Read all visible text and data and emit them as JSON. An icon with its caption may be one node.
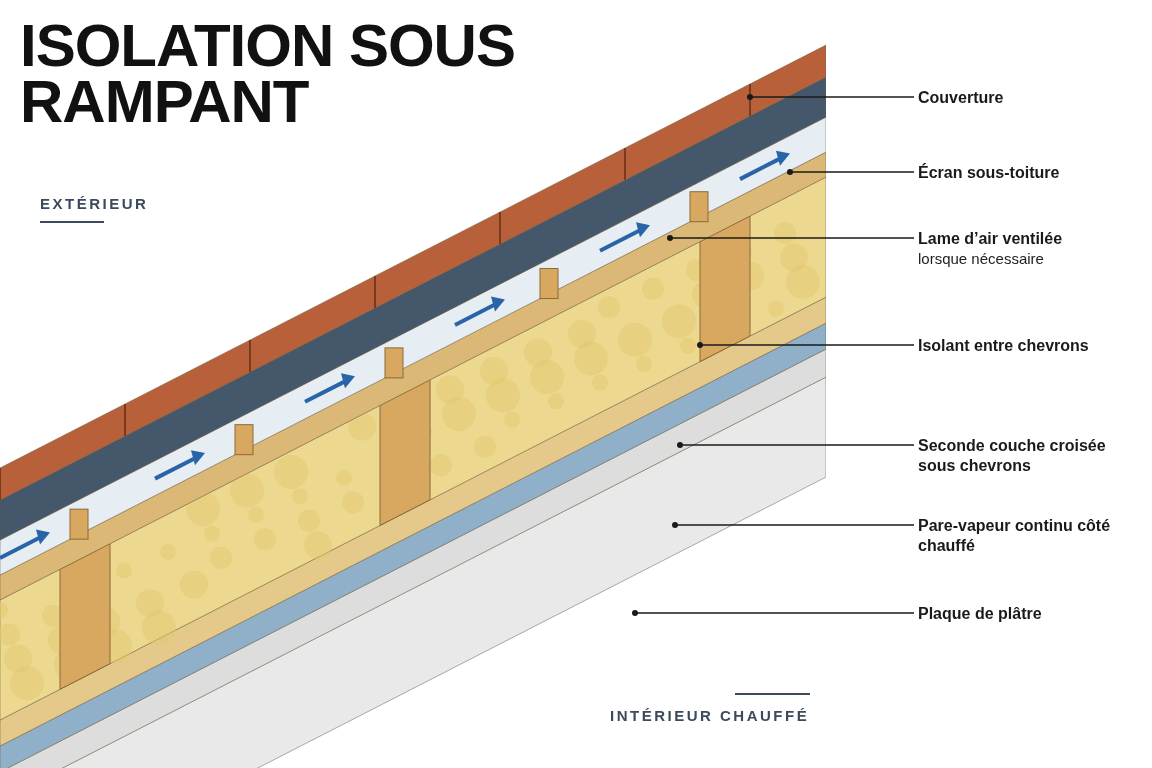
{
  "diagram": {
    "title": "ISOLATION SOUS RAMPANT",
    "nodes": [
      {
        "text": [
          "Couverture"
        ]
      },
      {
        "text": [
          "Écran sous-toiture"
        ]
      },
      {
        "text": [
          "Lame d’air ventilée",
          "lorsque nécessaire"
        ]
      },
      {
        "text": [
          "Isolant entre chevrons"
        ]
      },
      {
        "text": [
          "Seconde couche croisée sous chevrons"
        ]
      },
      {
        "text": [
          "Pare-vapeur continu côté chauffé"
        ]
      },
      {
        "text": [
          "Plaque de plâtre"
        ]
      }
    ],
    "edges": [
      {
        "from": 0,
        "to": null,
        "arrow": "other"
      },
      {
        "from": 1,
        "to": null,
        "arrow": "other"
      },
      {
        "from": 2,
        "to": null,
        "arrow": "other"
      },
      {
        "from": 3,
        "to": null,
        "arrow": "other"
      },
      {
        "from": 4,
        "to": null,
        "arrow": "other"
      },
      {
        "from": 5,
        "to": null,
        "arrow": "other"
      },
      {
        "from": 6,
        "to": null,
        "arrow": "other"
      }
    ],
    "labels": [
      "EXTÉRIEUR",
      "INTÉRIEUR CHAUFFÉ"
    ]
  }
}
